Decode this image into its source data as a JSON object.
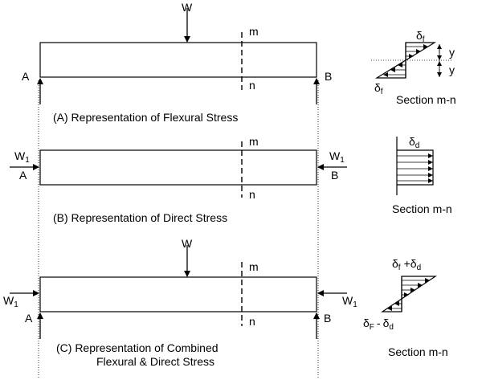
{
  "panels": {
    "a": {
      "load": "W",
      "support_left": "A",
      "support_right": "B",
      "section_top": "m",
      "section_bottom": "n",
      "caption": "(A)  Representation of Flexural Stress",
      "stress_label": "δ",
      "stress_sub": "f",
      "stress_label_bottom": "δ",
      "stress_sub_bottom": "f",
      "dim_top": "y",
      "dim_bottom": "y",
      "section_caption": "Section m-n"
    },
    "b": {
      "load_left": "W",
      "load_left_sub": "1",
      "load_right": "W",
      "load_right_sub": "1",
      "support_left": "A",
      "support_right": "B",
      "section_top": "m",
      "section_bottom": "n",
      "caption": "(B)  Representation of Direct Stress",
      "stress_label": "δ",
      "stress_sub": "d",
      "section_caption": "Section m-n"
    },
    "c": {
      "load": "W",
      "load_left": "W",
      "load_left_sub": "1",
      "load_right": "W",
      "load_right_sub": "1",
      "support_left": "A",
      "support_right": "B",
      "section_top": "m",
      "section_bottom": "n",
      "caption_line1": "(C)  Representation of Combined",
      "caption_line2": "Flexural & Direct Stress",
      "top_a": "δ",
      "top_a_sub": "f",
      "top_plus": "+",
      "top_b": "δ",
      "top_b_sub": "d",
      "bot_a": "δ",
      "bot_a_sub": "F",
      "bot_minus": "-",
      "bot_b": "δ",
      "bot_b_sub": "d",
      "section_caption": "Section m-n"
    }
  }
}
